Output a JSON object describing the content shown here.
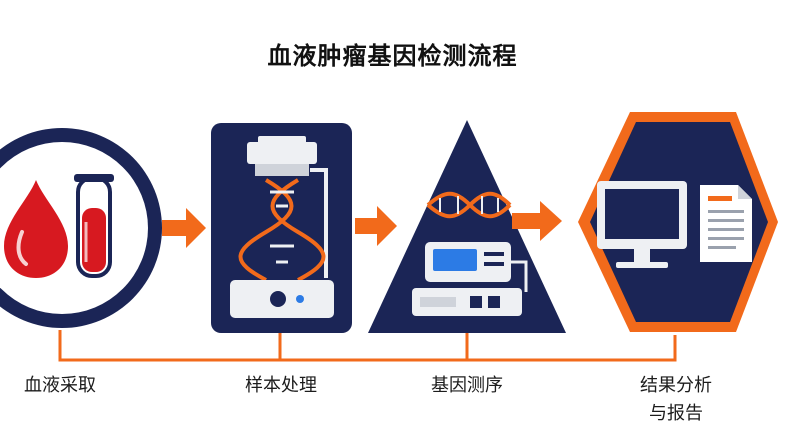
{
  "title": "血液肿瘤基因检测流程",
  "steps": [
    {
      "label": "血液采取",
      "icon": "blood-sample-icon"
    },
    {
      "label": "样本处理",
      "icon": "sample-processing-icon"
    },
    {
      "label": "基因测序",
      "icon": "gene-sequencer-icon"
    },
    {
      "label": "结果分析\n与报告",
      "icon": "report-analysis-icon"
    }
  ],
  "colors": {
    "navy": "#1b2556",
    "orange": "#f26a1b",
    "red": "#d71920",
    "blue": "#2c7be5",
    "light": "#eef0f3"
  }
}
